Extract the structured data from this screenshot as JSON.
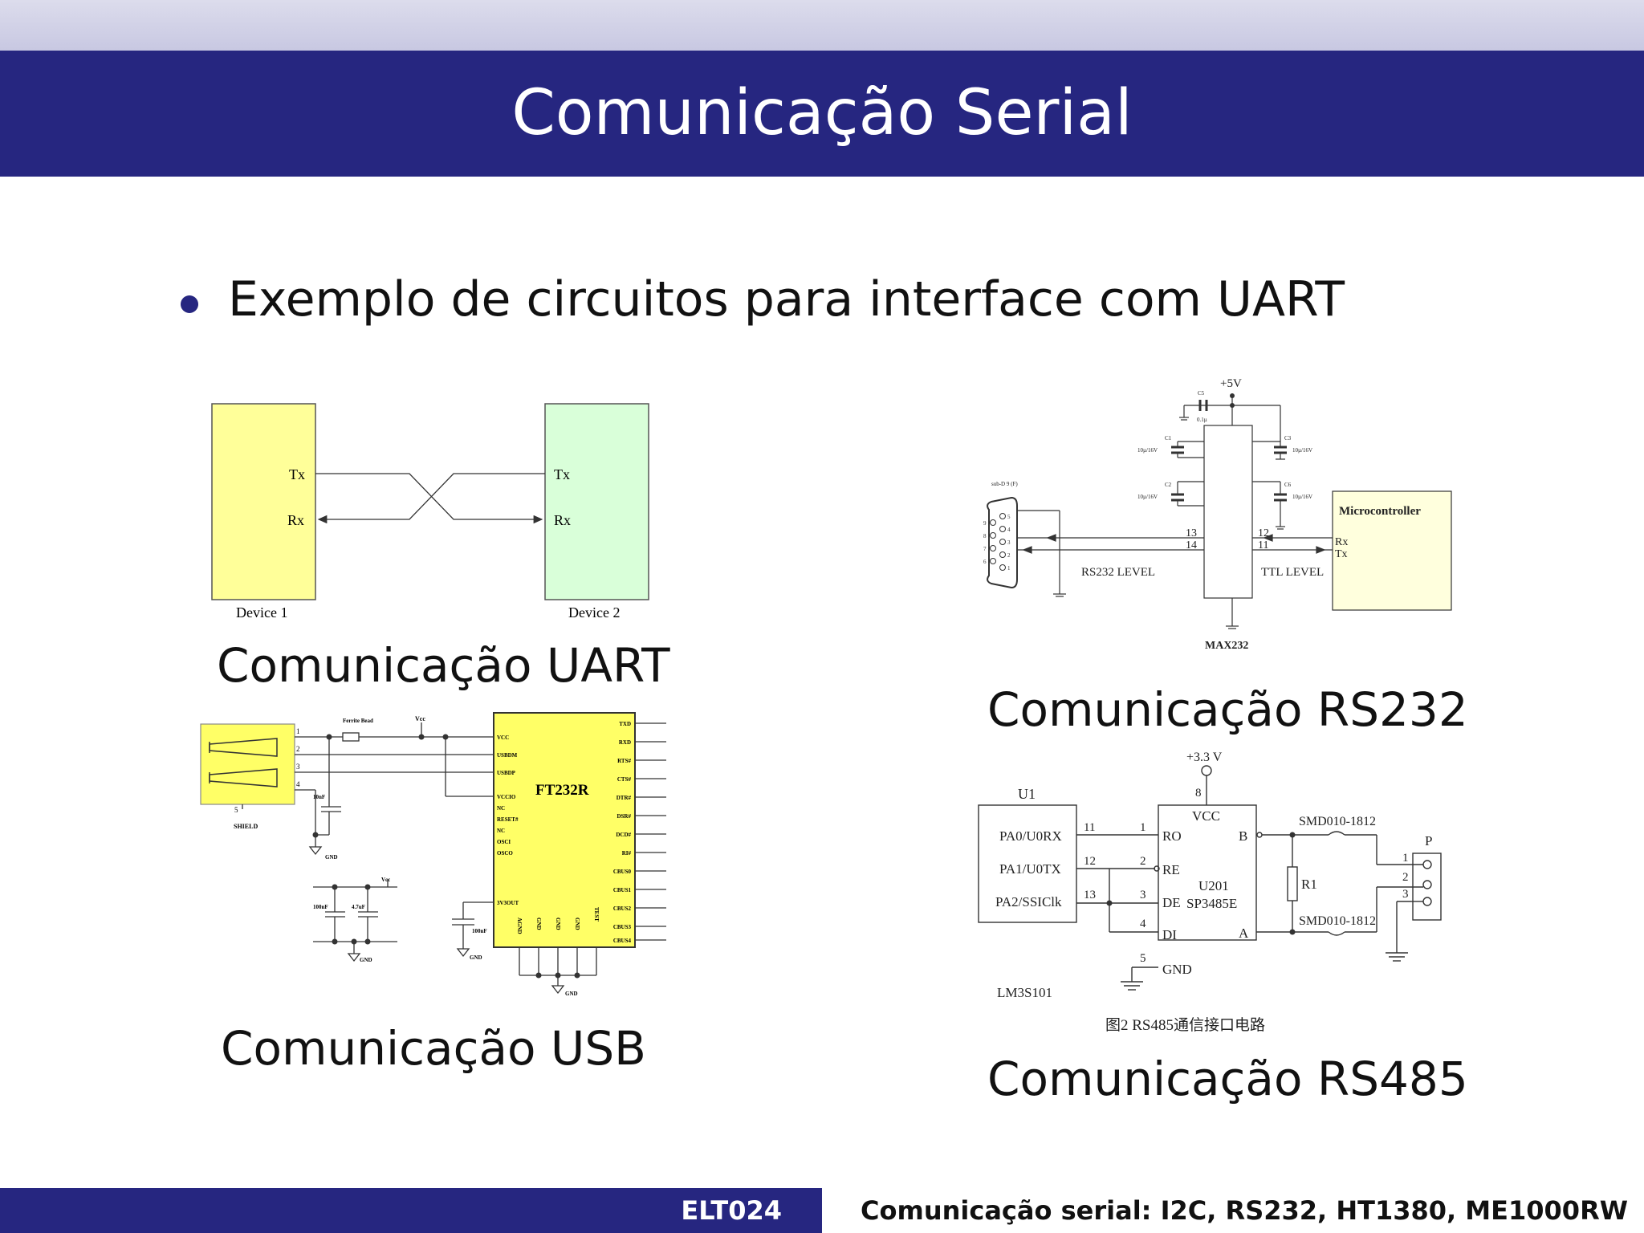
{
  "slide": {
    "title": "Comunicação Serial",
    "bullet": "Exemplo de circuitos para interface com UART"
  },
  "captions": {
    "uart": "Comunicação UART",
    "usb": "Comunicação USB",
    "rs232": "Comunicação RS232",
    "rs485": "Comunicação RS485"
  },
  "uart_diagram": {
    "device1": "Device 1",
    "device2": "Device 2",
    "tx": "Tx",
    "rx": "Rx"
  },
  "usb_diagram": {
    "chip": "FT232R",
    "ferrite": "Ferrite Bead",
    "shield": "SHIELD",
    "gnd": "GND",
    "vcc": "Vcc",
    "cap_10nf": "10nF",
    "cap_100nf": "100nF",
    "cap_47uf": "4.7uF",
    "connector_pins": [
      "1",
      "2",
      "3",
      "4",
      "5"
    ],
    "left_pins": [
      "VCC",
      "USBDM",
      "USBDP",
      "VCCIO",
      "NC",
      "RESET#",
      "NC",
      "OSCI",
      "OSCO",
      "3V3OUT"
    ],
    "right_pins": [
      "TXD",
      "RXD",
      "RTS#",
      "CTS#",
      "DTR#",
      "DSR#",
      "DCD#",
      "RI#",
      "CBUS0",
      "CBUS1",
      "CBUS2",
      "CBUS3",
      "CBUS4"
    ],
    "bottom_pins": [
      "AGND",
      "GND",
      "GND",
      "GND",
      "TEST"
    ]
  },
  "rs232_diagram": {
    "supply": "+5V",
    "c5": "C5",
    "c5_value": "0.1µ",
    "c1": "C1",
    "c2": "C2",
    "c3": "C3",
    "c6": "C6",
    "cap_value": "10µ/16V",
    "connector": "sub-D 9 (F)",
    "db9_pins": [
      "5",
      "4",
      "3",
      "2",
      "1",
      "9",
      "8",
      "7",
      "6"
    ],
    "pin13": "13",
    "pin14": "14",
    "pin12": "12",
    "pin11": "11",
    "rs232_level": "RS232 LEVEL",
    "ttl_level": "TTL LEVEL",
    "chip": "MAX232",
    "mcu": "Microcontroller",
    "rx": "Rx",
    "tx": "Tx"
  },
  "rs485_diagram": {
    "supply": "+3.3 V",
    "pin8": "8",
    "u1": "U1",
    "mcu": "LM3S101",
    "pins": [
      "PA0/U0RX",
      "PA1/U0TX",
      "PA2/SSIClk"
    ],
    "pin_numbers": [
      "11",
      "12",
      "13"
    ],
    "chip_pin_numbers": [
      "1",
      "2",
      "3",
      "4",
      "5"
    ],
    "chip_pins": [
      "RO",
      "RE",
      "DE",
      "DI",
      "GND"
    ],
    "vcc": "VCC",
    "chip_name": "U201",
    "chip_part": "SP3485E",
    "b": "B",
    "a": "A",
    "r1": "R1",
    "fuse_top": "SMD010-1812",
    "fuse_bottom": "SMD010-1812",
    "connector": "P",
    "connector_pins": [
      "1",
      "2",
      "3"
    ],
    "figure_caption": "图2   RS485通信接口电路"
  },
  "footer": {
    "course": "ELT024",
    "topic": "Comunicação serial: I2C, RS232, HT1380, ME1000RW"
  },
  "colors": {
    "theme": "#262680",
    "device1": "#ffff99",
    "device2": "#d9ffd9",
    "chip_yellow": "#ffff66",
    "mcu_box": "#ffffdd"
  }
}
